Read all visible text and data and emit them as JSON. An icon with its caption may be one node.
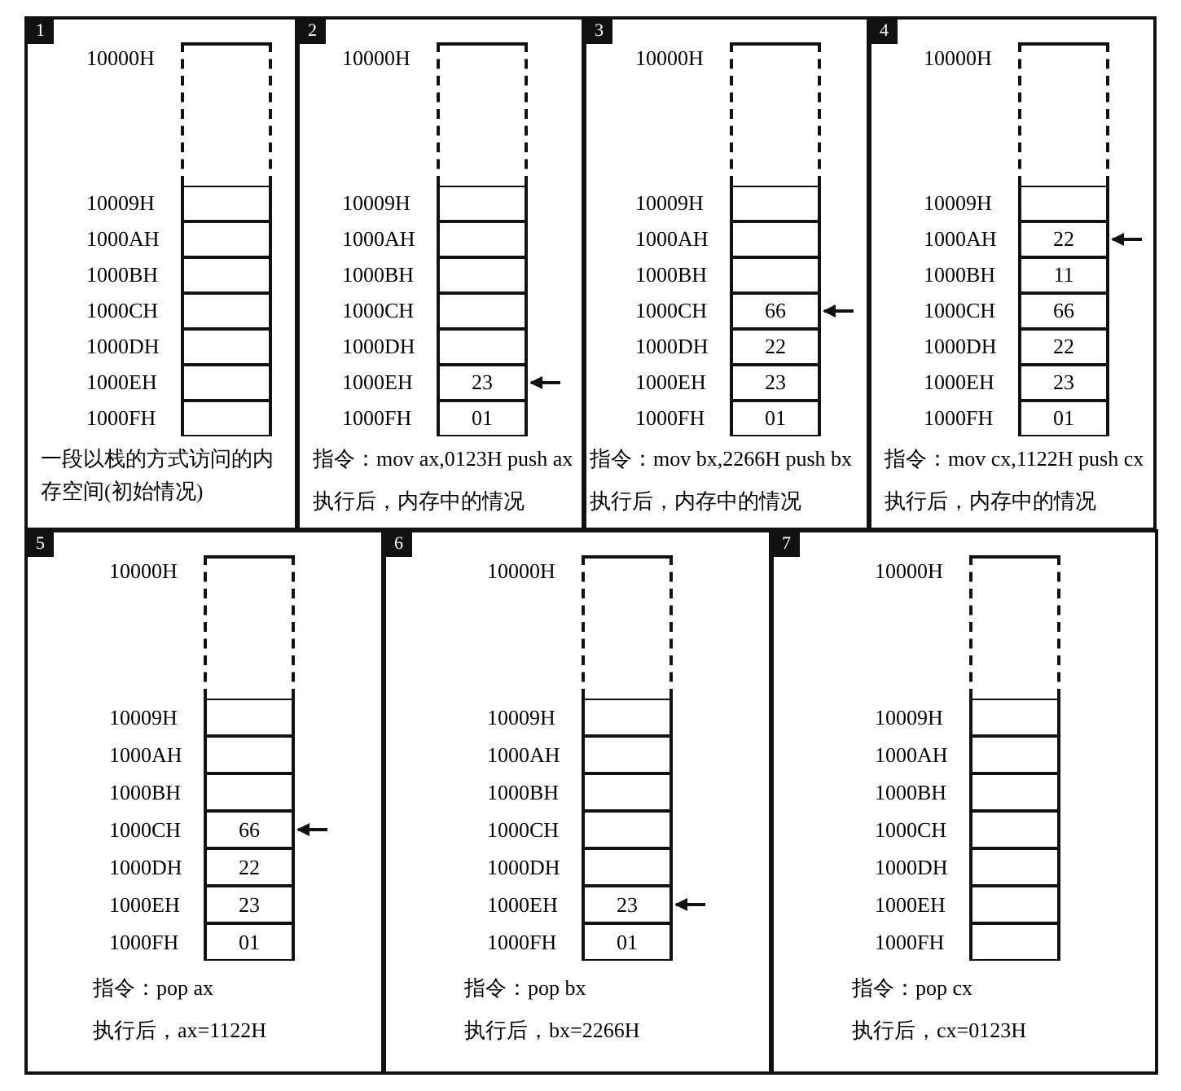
{
  "diagram": {
    "nodes": [
      {
        "text": [
          "1",
          "一段以栈的方式访问的内存空间(初始情况)"
        ]
      },
      {
        "text": [],
        "shape": "box",
        "in": 0,
        "beside": [
          "10000H"
        ]
      },
      {
        "text": [],
        "shape": "box",
        "in": 0,
        "beside": [
          "10009H"
        ]
      },
      {
        "text": [],
        "shape": "box",
        "in": 0,
        "beside": [
          "1000AH"
        ]
      },
      {
        "text": [],
        "shape": "box",
        "in": 0,
        "beside": [
          "1000BH"
        ]
      },
      {
        "text": [],
        "shape": "box",
        "in": 0,
        "beside": [
          "1000CH"
        ]
      },
      {
        "text": [],
        "shape": "box",
        "in": 0,
        "beside": [
          "1000DH"
        ]
      },
      {
        "text": [],
        "shape": "box",
        "in": 0,
        "beside": [
          "1000EH"
        ]
      },
      {
        "text": [],
        "shape": "box",
        "in": 0,
        "beside": [
          "1000FH"
        ]
      },
      {
        "text": [
          "2",
          "指令：mov ax,0123H push ax",
          "执行后，内存中的情况"
        ]
      },
      {
        "text": [],
        "shape": "box",
        "in": 9,
        "beside": [
          "10000H"
        ]
      },
      {
        "text": [],
        "shape": "box",
        "in": 9,
        "beside": [
          "10009H"
        ]
      },
      {
        "text": [],
        "shape": "box",
        "in": 9,
        "beside": [
          "1000AH"
        ]
      },
      {
        "text": [],
        "shape": "box",
        "in": 9,
        "beside": [
          "1000BH"
        ]
      },
      {
        "text": [],
        "shape": "box",
        "in": 9,
        "beside": [
          "1000CH"
        ]
      },
      {
        "text": [],
        "shape": "box",
        "in": 9,
        "beside": [
          "1000DH"
        ]
      },
      {
        "text": [
          "23"
        ],
        "in": 9,
        "beside": [
          "1000EH"
        ]
      },
      {
        "text": [
          "01"
        ],
        "in": 9,
        "beside": [
          "1000FH"
        ]
      },
      {
        "text": [
          "3",
          "指令：mov bx,2266H push bx",
          "执行后，内存中的情况"
        ]
      },
      {
        "text": [],
        "shape": "box",
        "in": 18,
        "beside": [
          "10000H"
        ]
      },
      {
        "text": [],
        "shape": "box",
        "in": 18,
        "beside": [
          "10009H"
        ]
      },
      {
        "text": [],
        "shape": "box",
        "in": 18,
        "beside": [
          "1000AH"
        ]
      },
      {
        "text": [],
        "shape": "box",
        "in": 18,
        "beside": [
          "1000BH"
        ]
      },
      {
        "text": [
          "66"
        ],
        "in": 18,
        "beside": [
          "1000CH"
        ]
      },
      {
        "text": [
          "22"
        ],
        "in": 18,
        "beside": [
          "1000DH"
        ]
      },
      {
        "text": [
          "23"
        ],
        "in": 18,
        "beside": [
          "1000EH"
        ]
      },
      {
        "text": [
          "01"
        ],
        "in": 18,
        "beside": [
          "1000FH"
        ]
      },
      {
        "text": [
          "4",
          "指令：mov cx,1122H push cx",
          "执行后，内存中的情况"
        ]
      },
      {
        "text": [],
        "shape": "box",
        "in": 27,
        "beside": [
          "10000H"
        ]
      },
      {
        "text": [],
        "shape": "box",
        "in": 27,
        "beside": [
          "10009H"
        ]
      },
      {
        "text": [
          "22"
        ],
        "in": 27,
        "beside": [
          "1000AH"
        ]
      },
      {
        "text": [
          "11"
        ],
        "in": 27,
        "beside": [
          "1000BH"
        ]
      },
      {
        "text": [
          "66"
        ],
        "in": 27,
        "beside": [
          "1000CH"
        ]
      },
      {
        "text": [
          "22"
        ],
        "in": 27,
        "beside": [
          "1000DH"
        ]
      },
      {
        "text": [
          "23"
        ],
        "in": 27,
        "beside": [
          "1000EH"
        ]
      },
      {
        "text": [
          "01"
        ],
        "in": 27,
        "beside": [
          "1000FH"
        ]
      },
      {
        "text": [
          "5",
          "指令：pop ax",
          "执行后，ax=1122H"
        ]
      },
      {
        "text": [],
        "shape": "box",
        "in": 36,
        "beside": [
          "10000H"
        ]
      },
      {
        "text": [],
        "shape": "box",
        "in": 36,
        "beside": [
          "10009H"
        ]
      },
      {
        "text": [],
        "shape": "box",
        "in": 36,
        "beside": [
          "1000AH"
        ]
      },
      {
        "text": [],
        "shape": "box",
        "in": 36,
        "beside": [
          "1000BH"
        ]
      },
      {
        "text": [
          "66"
        ],
        "in": 36,
        "beside": [
          "1000CH"
        ]
      },
      {
        "text": [
          "22"
        ],
        "in": 36,
        "beside": [
          "1000DH"
        ]
      },
      {
        "text": [
          "23"
        ],
        "in": 36,
        "beside": [
          "1000EH"
        ]
      },
      {
        "text": [
          "01"
        ],
        "in": 36,
        "beside": [
          "1000FH"
        ]
      },
      {
        "text": [
          "6",
          "指令：pop bx",
          "执行后，bx=2266H"
        ]
      },
      {
        "text": [],
        "shape": "box",
        "in": 45,
        "beside": [
          "10000H"
        ]
      },
      {
        "text": [],
        "shape": "box",
        "in": 45,
        "beside": [
          "10009H"
        ]
      },
      {
        "text": [],
        "shape": "box",
        "in": 45,
        "beside": [
          "1000AH"
        ]
      },
      {
        "text": [],
        "shape": "box",
        "in": 45,
        "beside": [
          "1000BH"
        ]
      },
      {
        "text": [],
        "shape": "box",
        "in": 45,
        "beside": [
          "1000CH"
        ]
      },
      {
        "text": [],
        "shape": "box",
        "in": 45,
        "beside": [
          "1000DH"
        ]
      },
      {
        "text": [
          "23"
        ],
        "in": 45,
        "beside": [
          "1000EH"
        ]
      },
      {
        "text": [
          "01"
        ],
        "in": 45,
        "beside": [
          "1000FH"
        ]
      },
      {
        "text": [
          "7",
          "指令：pop cx",
          "执行后，cx=0123H"
        ]
      },
      {
        "text": [],
        "shape": "box",
        "in": 54,
        "beside": [
          "10000H"
        ]
      },
      {
        "text": [],
        "shape": "box",
        "in": 54,
        "beside": [
          "10009H"
        ]
      },
      {
        "text": [],
        "shape": "box",
        "in": 54,
        "beside": [
          "1000AH"
        ]
      },
      {
        "text": [],
        "shape": "box",
        "in": 54,
        "beside": [
          "1000BH"
        ]
      },
      {
        "text": [],
        "shape": "box",
        "in": 54,
        "beside": [
          "1000CH"
        ]
      },
      {
        "text": [],
        "shape": "box",
        "in": 54,
        "beside": [
          "1000DH"
        ]
      },
      {
        "text": [],
        "shape": "box",
        "in": 54,
        "beside": [
          "1000EH"
        ]
      },
      {
        "text": [],
        "shape": "box",
        "in": 54,
        "beside": [
          "1000FH"
        ]
      }
    ],
    "edges": [
      {
        "from": null,
        "to": 16,
        "arrow": "to"
      },
      {
        "from": null,
        "to": 23,
        "arrow": "to"
      },
      {
        "from": null,
        "to": 30,
        "arrow": "to"
      },
      {
        "from": null,
        "to": 41,
        "arrow": "to"
      },
      {
        "from": null,
        "to": 52,
        "arrow": "to"
      }
    ]
  }
}
